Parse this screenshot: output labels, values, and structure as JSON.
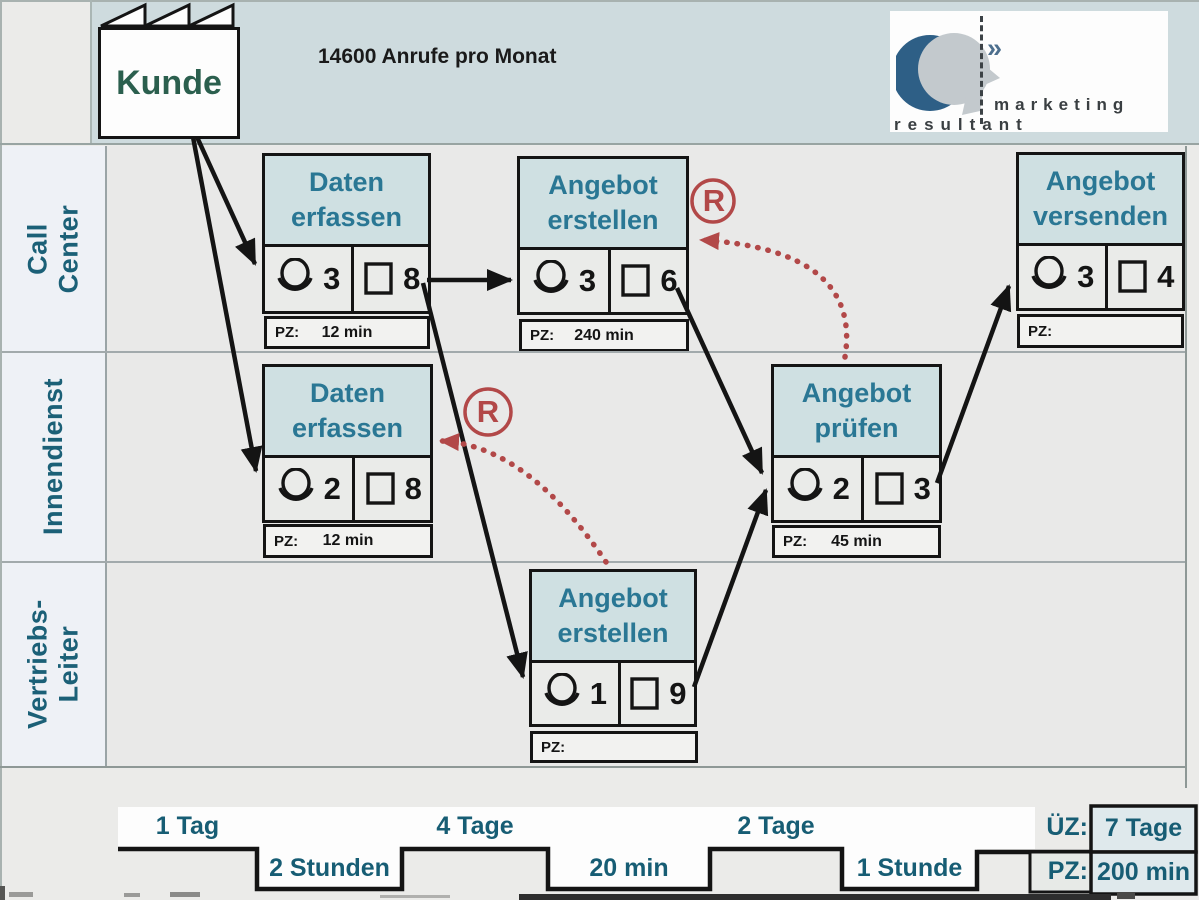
{
  "customer": {
    "label": "Kunde"
  },
  "header": {
    "calls_note": "14600 Anrufe pro Monat"
  },
  "logo": {
    "marketing": "marketing",
    "resultant": "resultant",
    "chevron": "»"
  },
  "lanes": [
    {
      "label": "Call Center"
    },
    {
      "label": "Innendienst"
    },
    {
      "label": "Vertriebs-\nLeiter"
    }
  ],
  "boxes": [
    {
      "title": "Daten\nerfassen",
      "persons": "3",
      "tasks": "8",
      "pz_label": "PZ:",
      "pz_value": "12 min"
    },
    {
      "title": "Angebot\nerstellen",
      "persons": "3",
      "tasks": "6",
      "pz_label": "PZ:",
      "pz_value": "240 min"
    },
    {
      "title": "Angebot\nversenden",
      "persons": "3",
      "tasks": "4",
      "pz_label": "PZ:",
      "pz_value": ""
    },
    {
      "title": "Daten\nerfassen",
      "persons": "2",
      "tasks": "8",
      "pz_label": "PZ:",
      "pz_value": "12 min"
    },
    {
      "title": "Angebot\nprüfen",
      "persons": "2",
      "tasks": "3",
      "pz_label": "PZ:",
      "pz_value": "45 min"
    },
    {
      "title": "Angebot\nerstellen",
      "persons": "1",
      "tasks": "9",
      "pz_label": "PZ:",
      "pz_value": ""
    }
  ],
  "rework": {
    "symbol": "R"
  },
  "timeline": {
    "segments": [
      {
        "label": "1 Tag"
      },
      {
        "label": "2 Stunden"
      },
      {
        "label": "4 Tage"
      },
      {
        "label": "20 min"
      },
      {
        "label": "2 Tage"
      },
      {
        "label": "1 Stunde"
      }
    ],
    "uez_label": "ÜZ:",
    "uez_value": "7 Tage",
    "pz_label": "PZ:",
    "pz_value": "200 min"
  },
  "colors": {
    "accent_teal": "#2a7794",
    "lane_teal": "#1b6077",
    "kunde_green": "#2b5f4e",
    "rework_red": "#b24848",
    "header_band": "#cedbde"
  }
}
